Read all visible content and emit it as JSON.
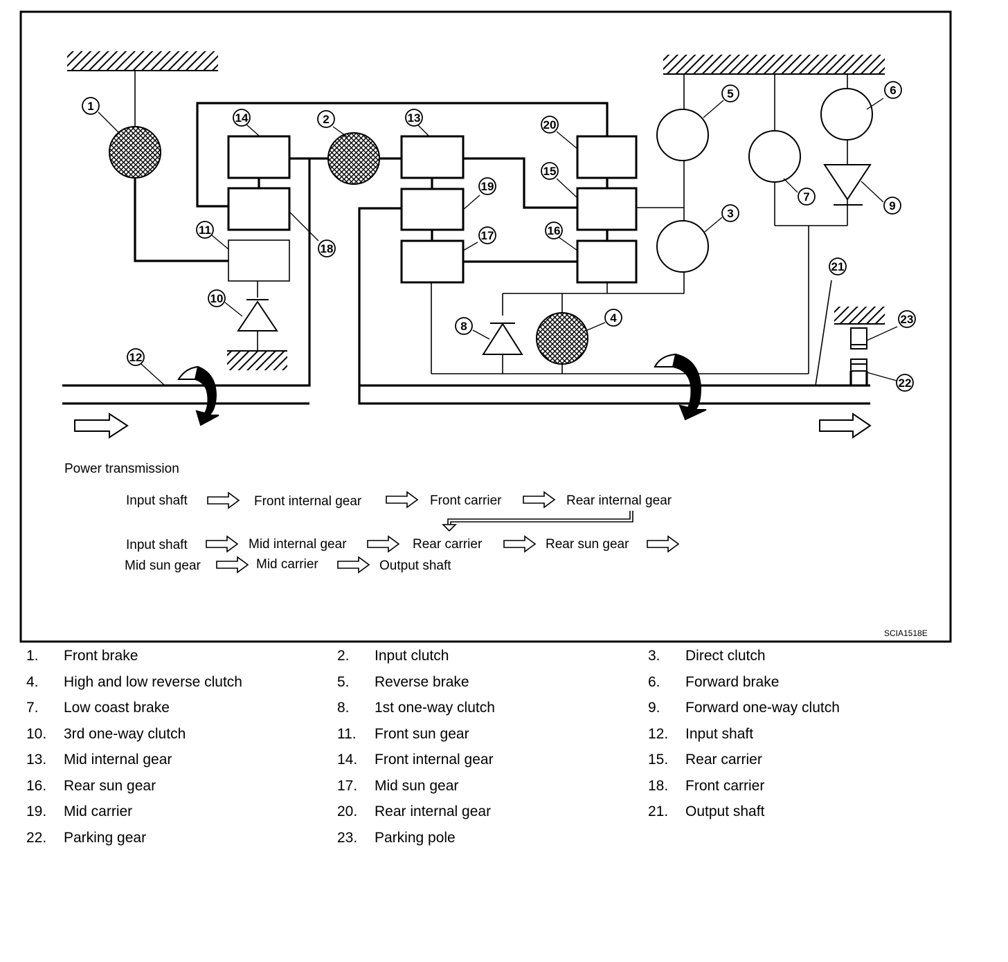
{
  "figure_code": "SCIA1518E",
  "callouts": [
    "1",
    "2",
    "3",
    "4",
    "5",
    "6",
    "7",
    "8",
    "9",
    "10",
    "11",
    "12",
    "13",
    "14",
    "15",
    "16",
    "17",
    "18",
    "19",
    "20",
    "21",
    "22",
    "23"
  ],
  "power_transmission": {
    "title": "Power transmission",
    "row1": [
      "Input shaft",
      "Front internal gear",
      "Front carrier",
      "Rear internal gear"
    ],
    "row2": [
      "Input shaft",
      "Mid internal gear",
      "Rear carrier",
      "Rear sun gear"
    ],
    "row3": [
      "Mid sun gear",
      "Mid carrier",
      "Output shaft"
    ]
  },
  "legend": [
    {
      "num": "1.",
      "label": "Front brake"
    },
    {
      "num": "2.",
      "label": "Input clutch"
    },
    {
      "num": "3.",
      "label": "Direct clutch"
    },
    {
      "num": "4.",
      "label": "High and low reverse clutch"
    },
    {
      "num": "5.",
      "label": "Reverse brake"
    },
    {
      "num": "6.",
      "label": "Forward brake"
    },
    {
      "num": "7.",
      "label": "Low coast brake"
    },
    {
      "num": "8.",
      "label": "1st one-way clutch"
    },
    {
      "num": "9.",
      "label": "Forward one-way clutch"
    },
    {
      "num": "10.",
      "label": "3rd one-way clutch"
    },
    {
      "num": "11.",
      "label": "Front sun gear"
    },
    {
      "num": "12.",
      "label": "Input shaft"
    },
    {
      "num": "13.",
      "label": "Mid internal gear"
    },
    {
      "num": "14.",
      "label": "Front internal gear"
    },
    {
      "num": "15.",
      "label": "Rear carrier"
    },
    {
      "num": "16.",
      "label": "Rear sun gear"
    },
    {
      "num": "17.",
      "label": "Mid sun gear"
    },
    {
      "num": "18.",
      "label": "Front carrier"
    },
    {
      "num": "19.",
      "label": "Mid carrier"
    },
    {
      "num": "20.",
      "label": "Rear internal gear"
    },
    {
      "num": "21.",
      "label": "Output shaft"
    },
    {
      "num": "22.",
      "label": "Parking gear"
    },
    {
      "num": "23.",
      "label": "Parking pole"
    }
  ]
}
